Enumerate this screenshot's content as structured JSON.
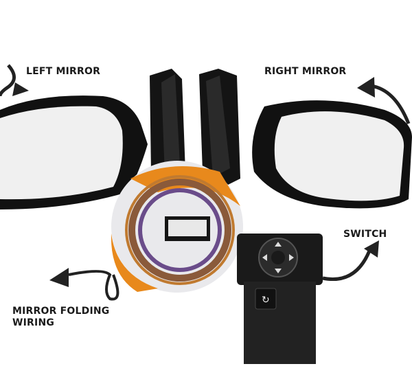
{
  "labels": {
    "left_mirror": "LEFT MIRROR",
    "right_mirror": "RIGHT MIRROR",
    "switch": "SWITCH",
    "wiring_line1": "MIRROR FOLDING",
    "wiring_line2": "WIRING"
  },
  "colors": {
    "mirror_body": "#111111",
    "mirror_glass": "#f2f2f2",
    "package_orange": "#e8891c",
    "text": "#1a1a1a"
  }
}
